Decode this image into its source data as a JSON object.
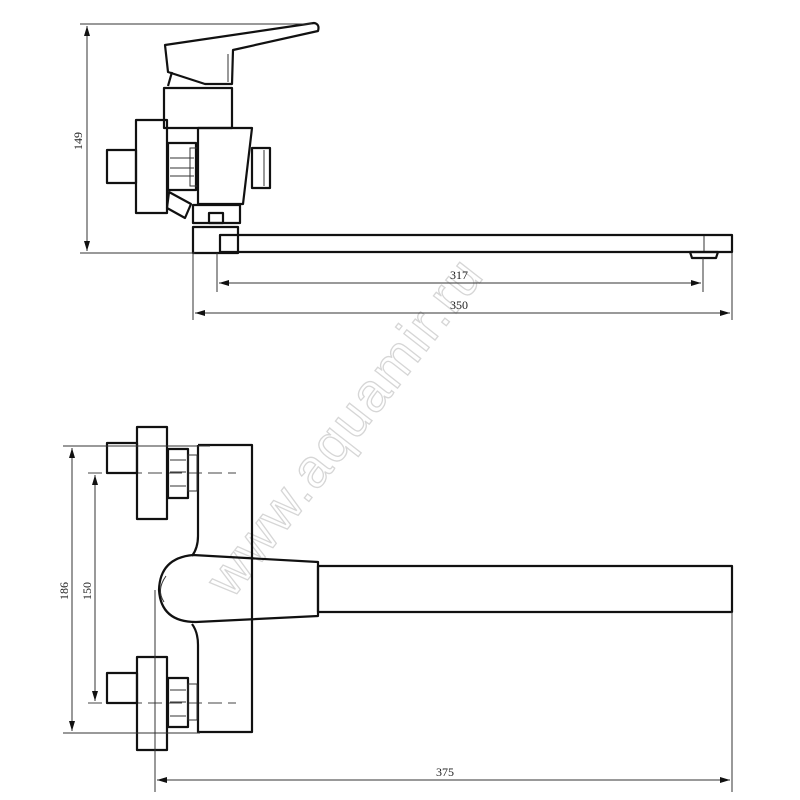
{
  "watermark": "www.aquamir.ru",
  "side_view": {
    "height_label": "149",
    "spout_reach_label": "317",
    "overall_length_label": "350"
  },
  "front_view": {
    "overall_height_label": "186",
    "center_distance_label": "150",
    "overall_length_label": "375"
  }
}
